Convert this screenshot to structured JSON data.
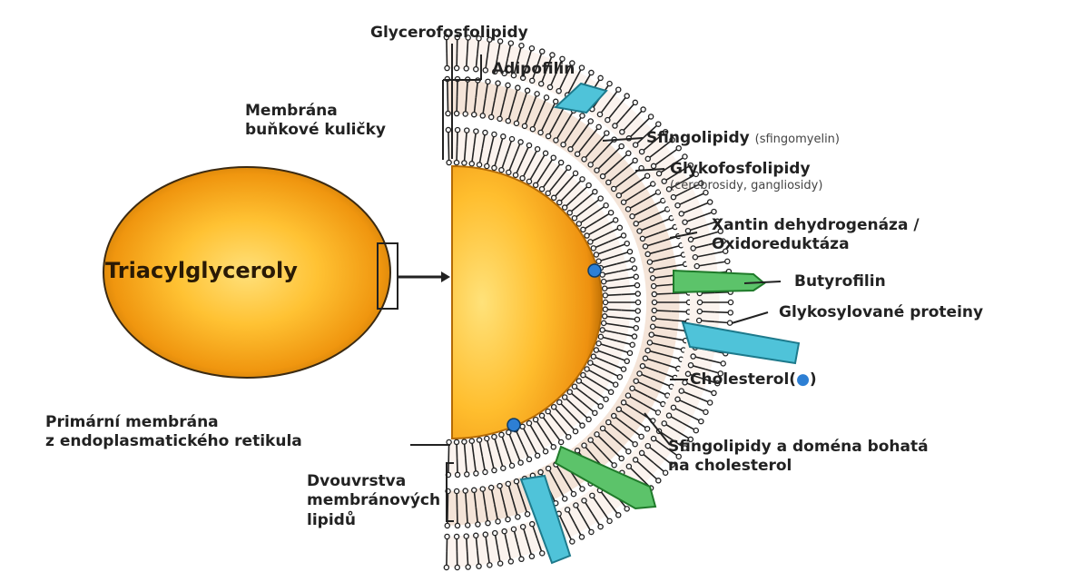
{
  "colors": {
    "droplet_fill": "#f3a21d",
    "droplet_core": "#ffd86a",
    "droplet_edge": "#c77a08",
    "protein_blue": "#4fc3d9",
    "protein_green": "#5cc36a",
    "lipid_stroke": "#222222",
    "lipid_tint": "#e8c9b4"
  },
  "droplet_label": "Triacylglyceroly",
  "labels": {
    "glycerofosfolipidy": "Glycerofosfolipidy",
    "adipofilin": "Adipofilin",
    "membrana_line1": "Membrána",
    "membrana_line2": "buňkové kuličky",
    "sfingolipidy": "Sfingolipidy",
    "sfingolipidy_sub": "(sfingomyelin)",
    "glykofosfolipidy": "Glykofosfolipidy",
    "glykofosfolipidy_sub": "(cerebrosidy, gangliosidy)",
    "xantin_line1": "Xantin dehydrogenáza /",
    "xantin_line2": "Oxidoreduktáza",
    "butyrofilin": "Butyrofilin",
    "glykosylovane": "Glykosylované proteiny",
    "cholesterol": "Cholesterol(",
    "cholesterol_end": ")",
    "primarni_line1": "Primární membrána",
    "primarni_line2": "z endoplasmatického retikula",
    "sfingolipidy_domena_line1": "Sfingolipidy a doména bohatá",
    "sfingolipidy_domena_line2": "na cholesterol",
    "dvouvrstva_line1": "Dvouvrstva",
    "dvouvrstva_line2": "membránových",
    "dvouvrstva_line3": "lipidů"
  }
}
